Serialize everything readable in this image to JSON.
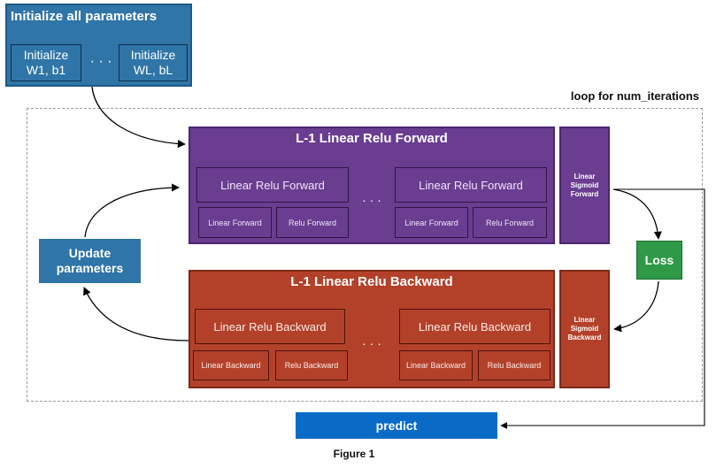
{
  "init": {
    "title": "Initialize all parameters",
    "first_box": "Initialize\nW1, b1",
    "dots": "· · ·",
    "last_box": "Initialize\nWL, bL"
  },
  "loop": {
    "label": "loop for num_iterations"
  },
  "forward": {
    "title": "L-1 Linear Relu Forward",
    "block_label": "Linear Relu Forward",
    "linear_label": "Linear Forward",
    "relu_label": "Relu Forward",
    "dots": "· · ·",
    "sigmoid_label": "Linear\nSigmoid\nForward"
  },
  "backward": {
    "title": "L-1 Linear Relu Backward",
    "block_label": "Linear Relu Backward",
    "linear_label": "Linear Backward",
    "relu_label": "Relu Backward",
    "dots": "· · ·",
    "sigmoid_label": "Linear\nSigmoid\nBackward"
  },
  "update": {
    "label": "Update\nparameters"
  },
  "loss": {
    "label": "Loss"
  },
  "predict": {
    "label": "predict"
  },
  "caption": "Figure 1",
  "colors": {
    "init_blue": "#2f75a8",
    "forward_purple": "#6a3d91",
    "backward_red": "#b3412a",
    "loss_green": "#2e9947",
    "predict_blue": "#0a6bc6"
  }
}
